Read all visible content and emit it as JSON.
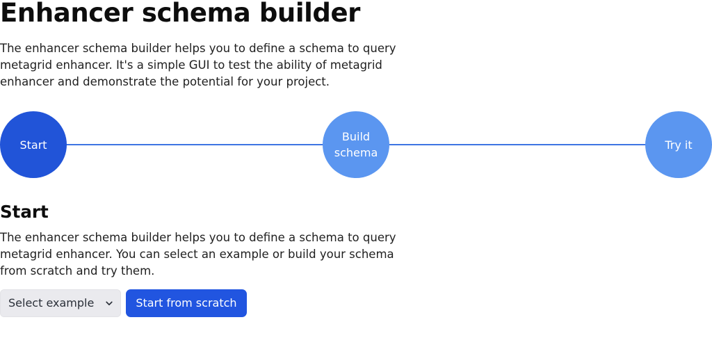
{
  "header": {
    "title": "Enhancer schema builder",
    "intro": "The enhancer schema builder helps you to define a schema to query metagrid enhancer. It's a simple GUI to test the ability of metagrid enhancer and demonstrate the potential for your project."
  },
  "stepper": {
    "active_color": "#2154d8",
    "inactive_color": "#5b96f0",
    "line_color": "#3d75e3",
    "steps": [
      {
        "label": "Start",
        "state": "active"
      },
      {
        "label": "Build schema",
        "state": "inactive"
      },
      {
        "label": "Try it",
        "state": "inactive"
      }
    ]
  },
  "section": {
    "title": "Start",
    "description": "The enhancer schema builder helps you to define a schema to query metagrid enhancer. You can select an example or build your schema from scratch and try them."
  },
  "controls": {
    "select": {
      "selected_label": "Select example",
      "icon": "chevron-down-icon"
    },
    "primary_button": {
      "label": "Start from scratch",
      "color": "#2155e0"
    }
  }
}
